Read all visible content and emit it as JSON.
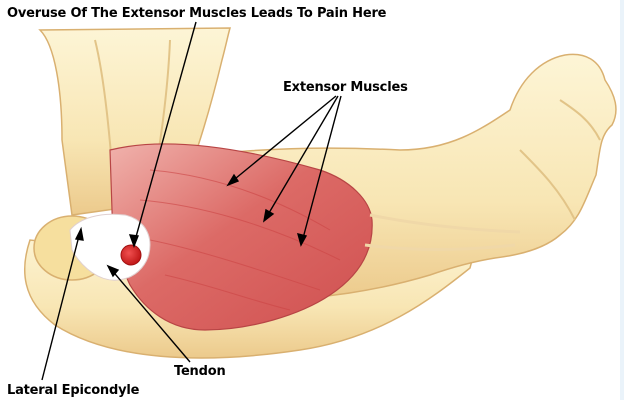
{
  "labels": {
    "pain": "Overuse Of The Extensor Muscles Leads To Pain Here",
    "extensor": "Extensor Muscles",
    "tendon": "Tendon",
    "lateral": "Lateral Epicondyle"
  },
  "colors": {
    "background": "#eaf3fa",
    "skin": "#fbeec0",
    "skin_shadow": "#e8c98c",
    "muscle": "#d95b5b",
    "muscle_light": "#ecaaa8",
    "tendon": "#ffffff",
    "pain_spot": "#d11f1f"
  }
}
